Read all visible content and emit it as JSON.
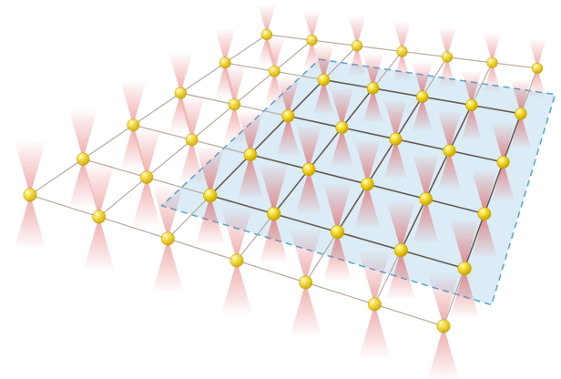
{
  "diagram": {
    "lattice": {
      "rows": 6,
      "cols": 7
    },
    "highlighted_cells": {
      "row_range": [
        1,
        4
      ],
      "col_range": [
        2,
        6
      ]
    },
    "colors": {
      "background": "#ffffff",
      "grid_line": "#b8a69a",
      "grid_line_highlight": "#5a4a40",
      "cone": "#e05a5a",
      "node": "#f4d21c",
      "node_edge": "#c9a300",
      "region_fill": "#cfe6f3",
      "region_border": "#5aa9d6"
    },
    "icons": {
      "node": "yellow-sphere-icon",
      "cone": "double-cone-icon"
    }
  }
}
